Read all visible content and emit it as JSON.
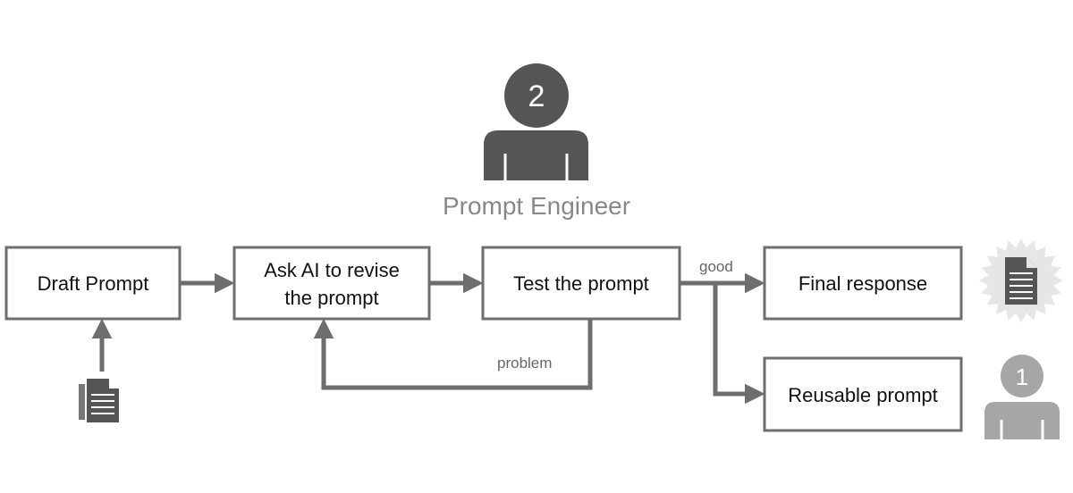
{
  "role": {
    "badge": "2",
    "title": "Prompt Engineer"
  },
  "steps": {
    "draft": "Draft Prompt",
    "revise_line1": "Ask AI to revise",
    "revise_line2": "the prompt",
    "test": "Test the prompt",
    "final": "Final response",
    "reusable": "Reusable prompt"
  },
  "edges": {
    "good": "good",
    "problem": "problem"
  },
  "user": {
    "badge": "1"
  },
  "colors": {
    "stroke": "#6e6e6e",
    "dark_icon": "#555555",
    "light_icon": "#a6a6a6",
    "starburst": "#e6e6e6"
  }
}
